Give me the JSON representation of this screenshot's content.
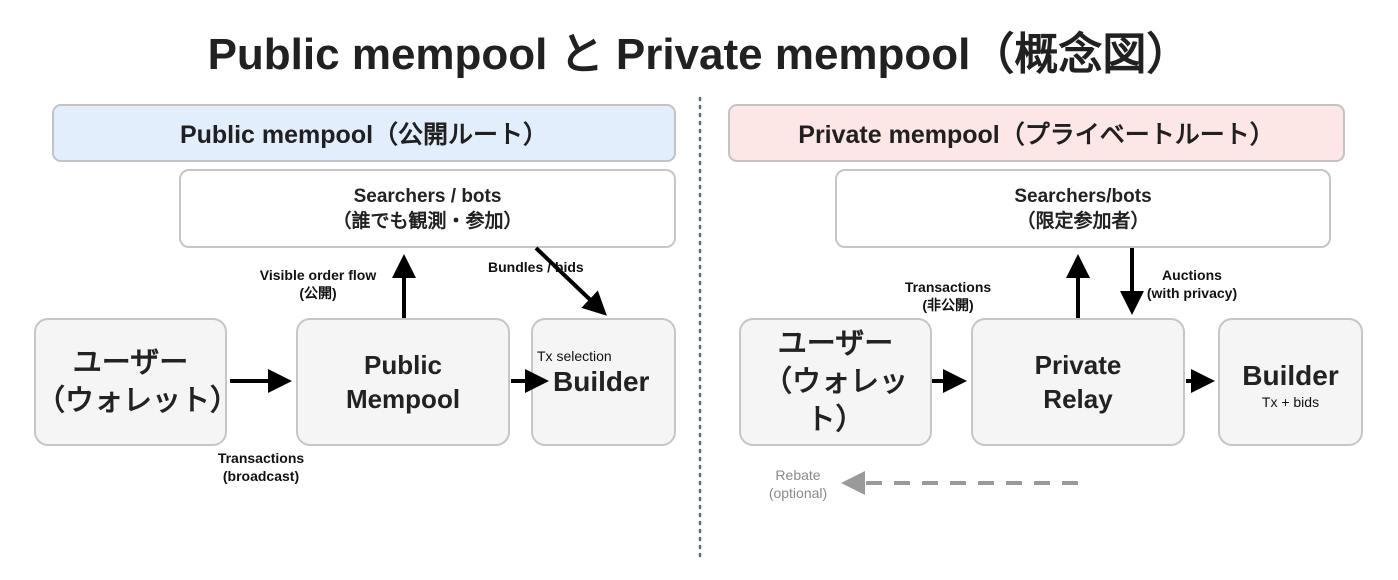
{
  "title": "Public mempool と Private mempool（概念図）",
  "public": {
    "header": "Public mempool（公開ルート）",
    "searchers": {
      "line1": "Searchers / bots",
      "line2": "（誰でも観測・参加）"
    },
    "user": {
      "line1": "ユーザー",
      "line2": "（ウォレット）"
    },
    "mempool": {
      "line1": "Public",
      "line2": "Mempool"
    },
    "builder": {
      "label": "Builder",
      "note": "Tx selection"
    },
    "labels": {
      "visible_line1": "Visible order flow",
      "visible_line2": "(公開)",
      "bundles": "Bundles / bids",
      "transactions_line1": "Transactions",
      "transactions_line2": "(broadcast)"
    }
  },
  "private": {
    "header": "Private mempool（プライベートルート）",
    "searchers": {
      "line1": "Searchers/bots",
      "line2": "（限定参加者）"
    },
    "user": {
      "line1": "ユーザー",
      "line2": "（ウォレッ",
      "line3": "ト）"
    },
    "relay": {
      "line1": "Private",
      "line2": "Relay"
    },
    "builder": {
      "label": "Builder",
      "note": "Tx + bids"
    },
    "labels": {
      "transactions_line1": "Transactions",
      "transactions_line2": "(非公開)",
      "auctions_line1": "Auctions",
      "auctions_line2": "(with privacy)",
      "rebate_line1": "Rebate",
      "rebate_line2": "(optional)"
    }
  },
  "colors": {
    "public_header_bg": "#e3eefc",
    "private_header_bg": "#fde6e6",
    "box_bg": "#f5f5f5",
    "arrow": "#000000",
    "rebate_arrow": "#9a9a9a",
    "divider": "#5a6b7a"
  }
}
